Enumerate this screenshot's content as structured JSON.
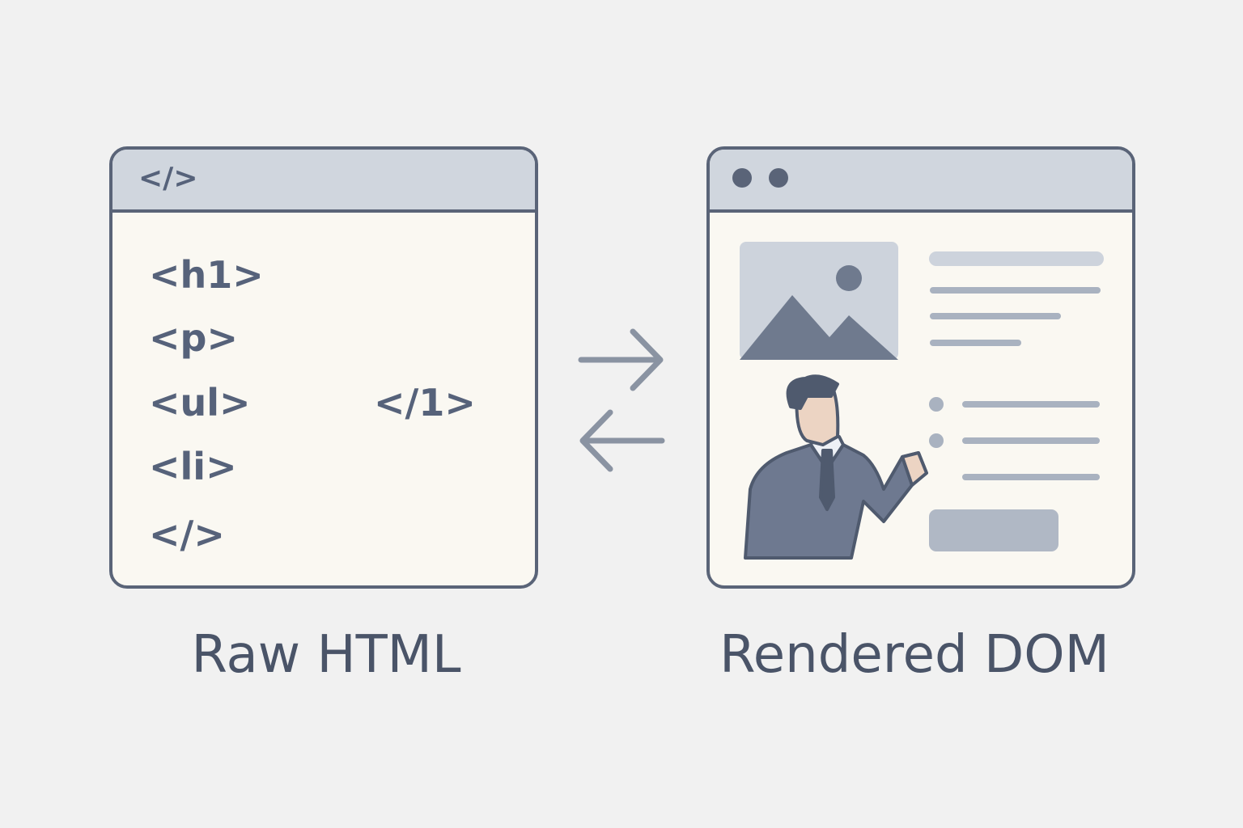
{
  "left_panel": {
    "header_icon": "code-brackets-icon",
    "header_text": "</>",
    "tags": [
      "<h1>",
      "<p>",
      "<ul>",
      "<li>",
      "</>"
    ],
    "side_tag": "</1>",
    "caption": "Raw HTML"
  },
  "right_panel": {
    "header_icons": [
      "window-dot",
      "window-dot"
    ],
    "image_icon": "image-placeholder-icon",
    "figure": "presenter-person",
    "caption": "Rendered DOM"
  },
  "arrows": [
    "arrow-right-icon",
    "arrow-left-icon"
  ],
  "colors": {
    "outline": "#5a6478",
    "header": "#d0d6de",
    "panel": "#faf8f2",
    "background": "#f1f1f1",
    "placeholder": "#b0b8c5"
  }
}
